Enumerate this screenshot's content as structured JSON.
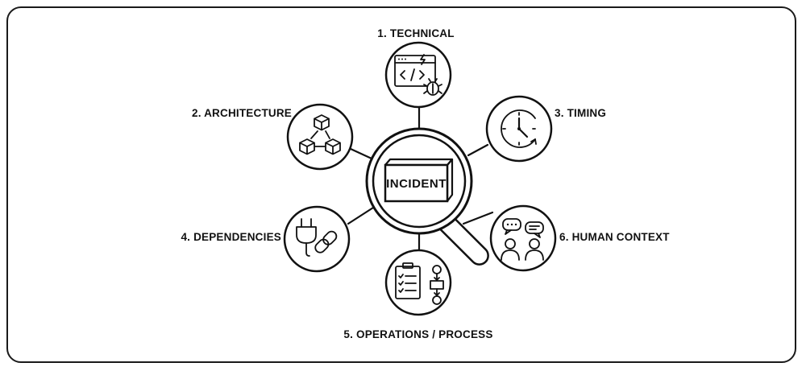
{
  "center": {
    "label": "INCIDENT"
  },
  "nodes": [
    {
      "id": "technical",
      "label": "1. TECHNICAL",
      "icon": "code-window-bug-icon"
    },
    {
      "id": "architecture",
      "label": "2. ARCHITECTURE",
      "icon": "cubes-icon"
    },
    {
      "id": "timing",
      "label": "3. TIMING",
      "icon": "clock-icon"
    },
    {
      "id": "dependencies",
      "label": "4. DEPENDENCIES",
      "icon": "plug-link-icon"
    },
    {
      "id": "operations",
      "label": "5. OPERATIONS / PROCESS",
      "icon": "checklist-flowchart-icon"
    },
    {
      "id": "human",
      "label": "6. HUMAN CONTEXT",
      "icon": "people-chat-icon"
    }
  ]
}
